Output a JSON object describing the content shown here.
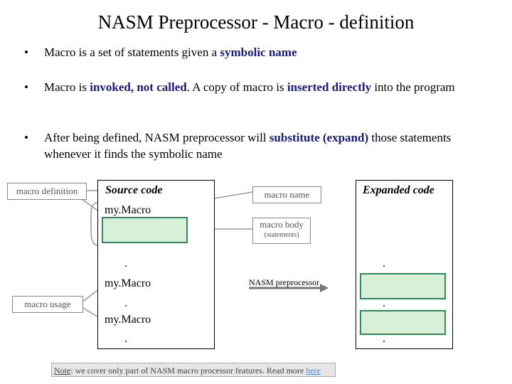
{
  "title": "NASM Preprocessor - Macro - definition",
  "bullets": [
    {
      "pre": "Macro is a set of statements given a ",
      "hl1": "symbolic name"
    },
    {
      "pre": "Macro is ",
      "hl1": "invoked, not called",
      "mid": ". A copy of macro is ",
      "hl2": "inserted directly",
      "post": " into the program"
    },
    {
      "pre": "After being defined, NASM preprocessor will ",
      "hl1": "substitute (expand)",
      "post": " those statements whenever it finds the symbolic name"
    }
  ],
  "diagram": {
    "macro_definition_label": "macro definition",
    "macro_usage_label": "macro usage",
    "source_code_header": "Source code",
    "expanded_code_header": "Expanded code",
    "macro_name_label": "macro name",
    "macro_body_label": "macro body",
    "statements_label": "(statements)",
    "nasm_preprocessor_label": "NASM preprocessor",
    "macro_def_name": "my.Macro",
    "usage1": "my.Macro",
    "usage2": "my.Macro",
    "dot": "."
  },
  "note": {
    "prefix": "Note",
    "text": ": we cover only part of  NASM macro processor features. Read more ",
    "link": "here"
  }
}
